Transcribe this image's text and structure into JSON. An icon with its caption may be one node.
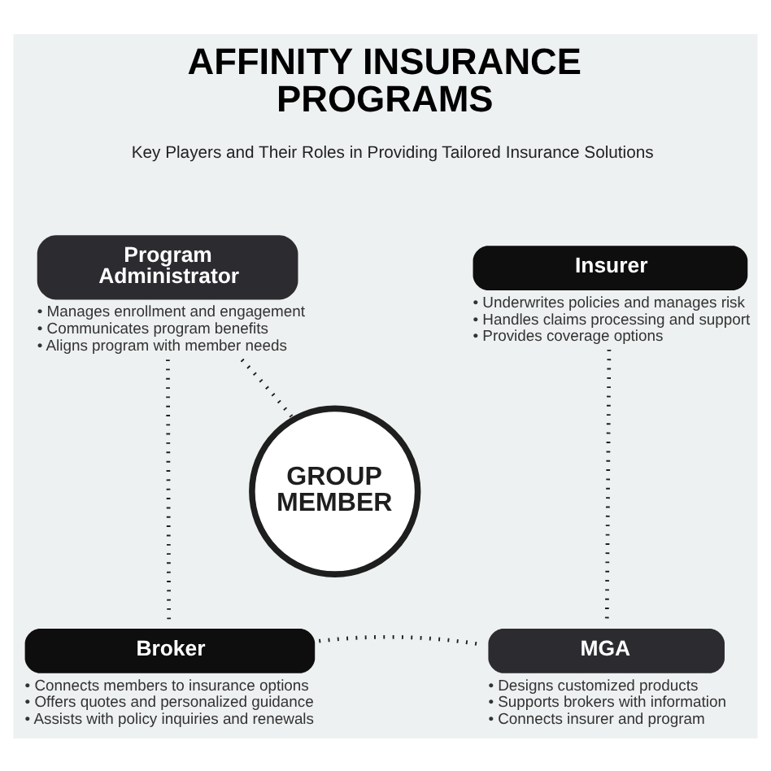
{
  "diagram": {
    "title": "AFFINITY INSURANCE PROGRAMS",
    "nodes": [
      {
        "text": [
          "Program Administrator"
        ],
        "beside": [
          "• Manages enrollment and engagement",
          "• Communicates program benefits",
          "• Aligns program with member needs"
        ]
      },
      {
        "text": [
          "Insurer"
        ],
        "beside": [
          "• Underwrites policies and manages risk",
          "• Handles claims processing and support",
          "• Provides coverage options"
        ]
      },
      {
        "text": [
          "GROUP MEMBER"
        ]
      },
      {
        "text": [
          "Broker"
        ],
        "beside": [
          "• Connects members to insurance options",
          "• Offers quotes and personalized guidance",
          "• Assists with policy inquiries and renewals"
        ]
      },
      {
        "text": [
          "MGA"
        ],
        "beside": [
          "• Designs customized products",
          "• Supports brokers with information",
          "• Connects insurer and program"
        ]
      }
    ],
    "edges": [
      {
        "from": 0,
        "to": 2,
        "arrow": "none"
      },
      {
        "from": 0,
        "to": 3,
        "arrow": "none"
      },
      {
        "from": 1,
        "to": 4,
        "arrow": "none"
      },
      {
        "from": 3,
        "to": 4,
        "arrow": "none"
      }
    ],
    "labels": [
      "Key Players and Their Roles in Providing Tailored Insurance Solutions"
    ]
  }
}
